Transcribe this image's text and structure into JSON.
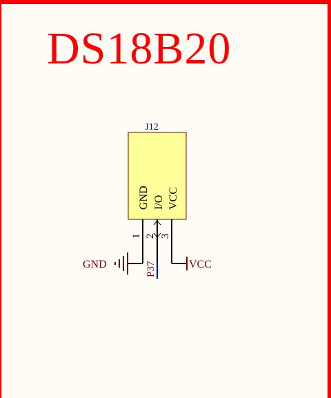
{
  "title": "DS18B20",
  "component": {
    "designator": "J12",
    "pins": [
      {
        "number": "1",
        "name": "GND"
      },
      {
        "number": "2",
        "name": "I/O"
      },
      {
        "number": "3",
        "name": "VCC"
      }
    ]
  },
  "nets": {
    "ground": "GND",
    "power": "VCC",
    "signal": "P37"
  },
  "colors": {
    "frame": "#ff0000",
    "title": "#ff0000",
    "body_fill": "#ffff99",
    "body_stroke": "#800000",
    "wire": "#000000",
    "net_label": "#800000",
    "designator": "#000080",
    "signal_wire": "#0000ff"
  }
}
